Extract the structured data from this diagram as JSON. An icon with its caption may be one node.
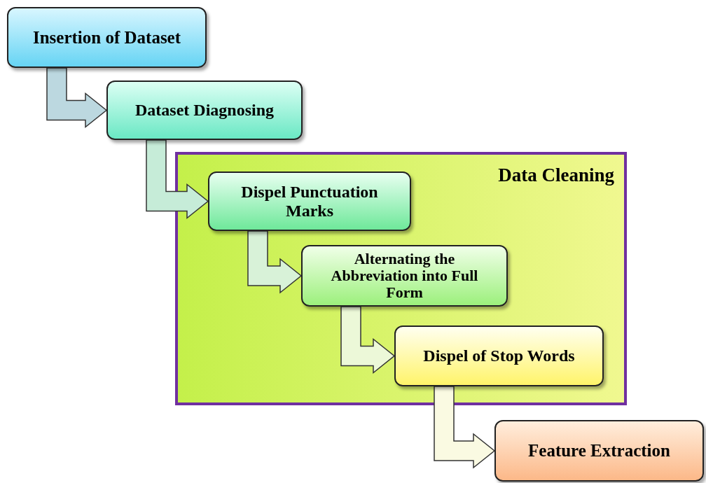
{
  "diagram": {
    "nodes": [
      {
        "text": [
          "Insertion of Dataset"
        ]
      },
      {
        "text": [
          "Dataset Diagnosing"
        ]
      },
      {
        "text": [
          "Data Cleaning"
        ]
      },
      {
        "text": [
          "Dispel Punctuation Marks"
        ],
        "in": 2
      },
      {
        "text": [
          "Alternating the Abbreviation into Full Form"
        ],
        "in": 2
      },
      {
        "text": [
          "Dispel of Stop Words"
        ],
        "in": 2
      },
      {
        "text": [
          "Feature Extraction"
        ]
      }
    ],
    "edges": [
      {
        "from": 0,
        "to": 1,
        "arrow": "to"
      },
      {
        "from": 1,
        "to": 3,
        "arrow": "to"
      },
      {
        "from": 3,
        "to": 4,
        "arrow": "to"
      },
      {
        "from": 4,
        "to": 5,
        "arrow": "to"
      },
      {
        "from": 5,
        "to": 6,
        "arrow": "to"
      }
    ]
  }
}
